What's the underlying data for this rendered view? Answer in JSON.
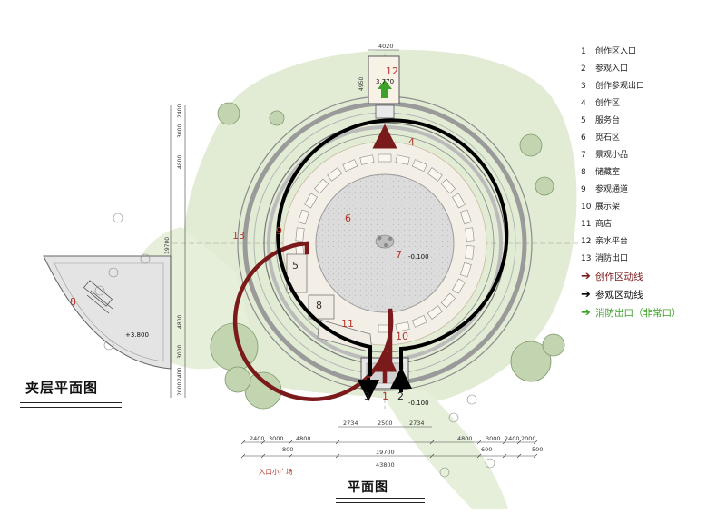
{
  "titles": {
    "mezzanine_plan": "夹层平面图",
    "floor_plan": "平面图",
    "entrance_plaza": "入口小广场"
  },
  "legend": {
    "items": [
      {
        "num": "1",
        "label": "创作区入口"
      },
      {
        "num": "2",
        "label": "参观入口"
      },
      {
        "num": "3",
        "label": "创作参观出口"
      },
      {
        "num": "4",
        "label": "创作区"
      },
      {
        "num": "5",
        "label": "服务台"
      },
      {
        "num": "6",
        "label": "觅石区"
      },
      {
        "num": "7",
        "label": "景观小品"
      },
      {
        "num": "8",
        "label": "储藏室"
      },
      {
        "num": "9",
        "label": "参观通道"
      },
      {
        "num": "10",
        "label": "展示架"
      },
      {
        "num": "11",
        "label": "商店"
      },
      {
        "num": "12",
        "label": "亲水平台"
      },
      {
        "num": "13",
        "label": "消防出口"
      }
    ],
    "routes": [
      {
        "label": "创作区动线",
        "color": "#7a1a1a"
      },
      {
        "label": "参观区动线",
        "color": "#000000"
      },
      {
        "label": "消防出口（非常口）",
        "color": "#3ea12a"
      }
    ]
  },
  "dimensions": {
    "bottom_row1": [
      "2400",
      "3000",
      "4800",
      "19700",
      "4800",
      "3000",
      "2400"
    ],
    "bottom_row1_right_extra": "2000",
    "bottom_row2": [
      "43800"
    ],
    "entrance_dims": [
      "2734",
      "2500",
      "2734"
    ],
    "top_dim": "4020",
    "small_800": "800",
    "small_600": "600",
    "small_500": "500",
    "left_vertical": [
      "2400",
      "3000",
      "4800",
      "4800",
      "3000",
      "2400",
      "2000"
    ],
    "left_vertical_mid": "19700",
    "right_of_pier": "4950"
  },
  "elevations": {
    "center": "-0.100",
    "entrance": "-0.100",
    "mezzanine": "+3.800",
    "pier": "3.770"
  },
  "plan_labels": {
    "l1": "1",
    "l2": "2",
    "l3": "3",
    "l4": "4",
    "l5": "5",
    "l6": "6",
    "l7": "7",
    "l8": "8",
    "l9": "9",
    "l10": "10",
    "l11": "11",
    "l12": "12",
    "l13": "13",
    "l8_mezz": "8"
  },
  "colors": {
    "creation_route": "#7a1a1a",
    "visitor_route": "#000000",
    "fire_exit": "#3ea12a",
    "greenery": "#dde8cf",
    "center_floor": "#d8d8d8",
    "ring_gray": "#a9a9a9",
    "label_red": "#b5352b"
  }
}
